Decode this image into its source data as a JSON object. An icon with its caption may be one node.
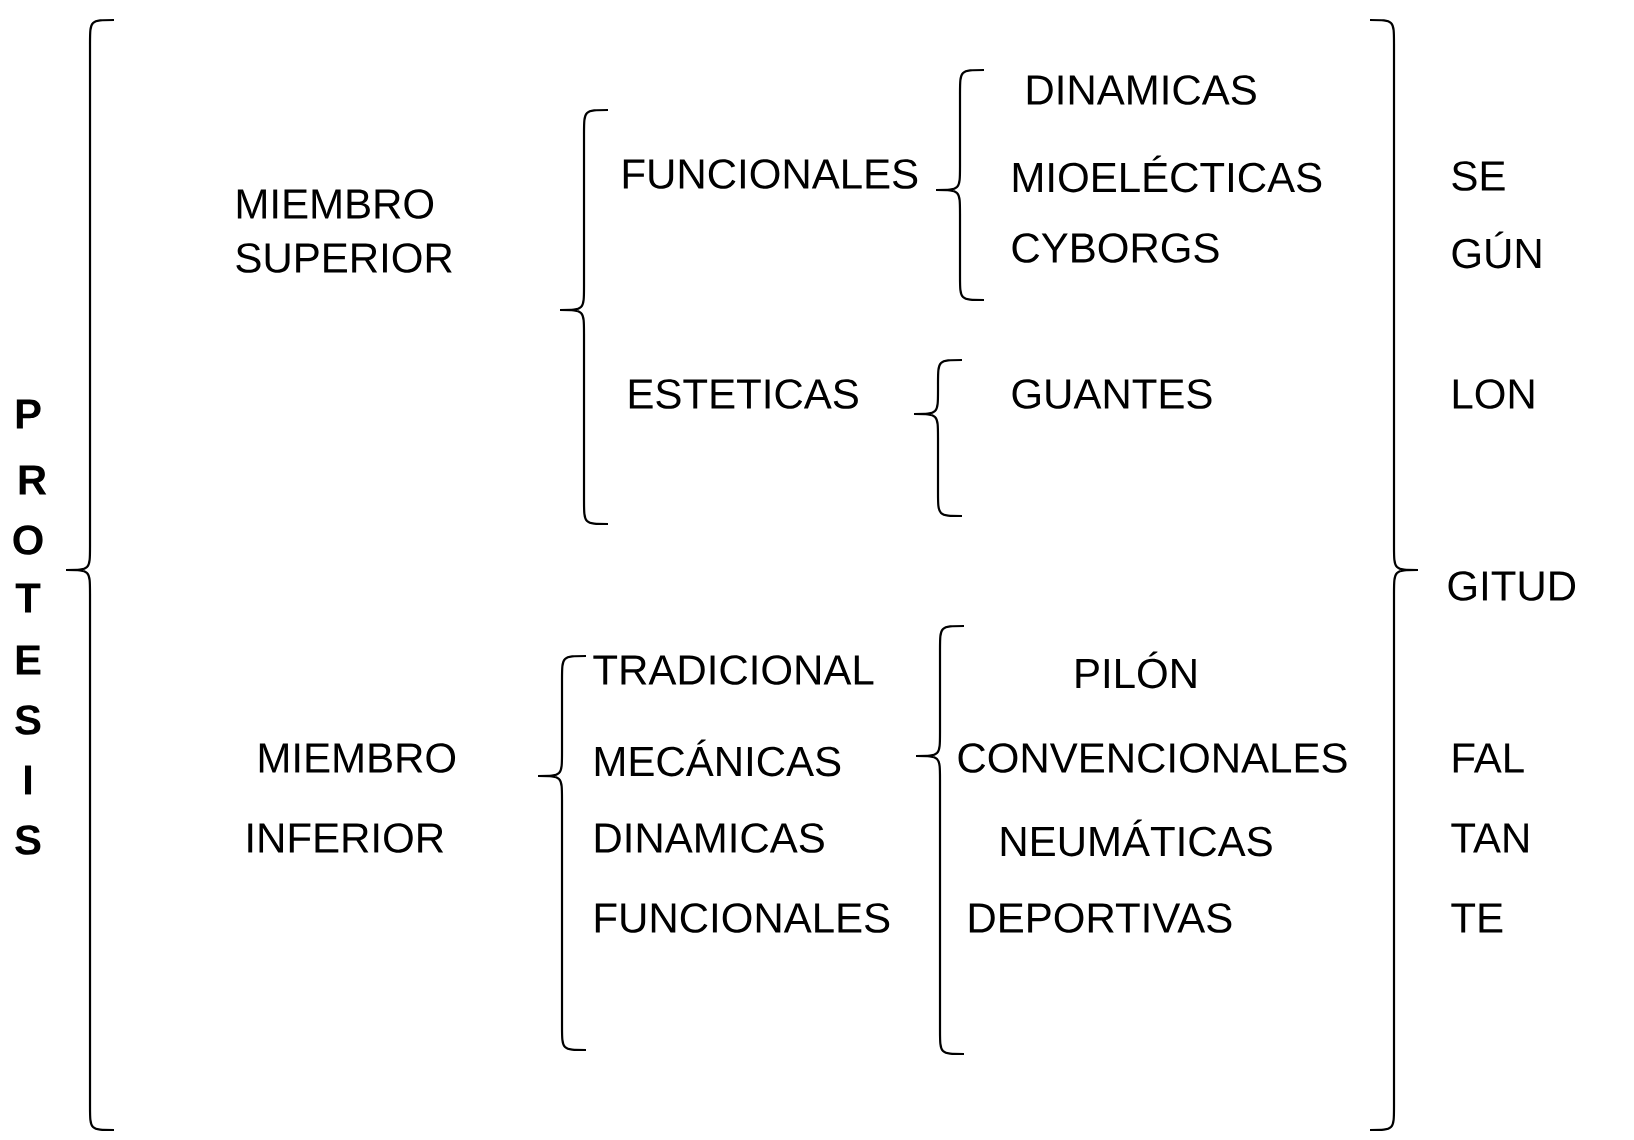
{
  "diagram": {
    "labels": [
      "P",
      "R",
      "O",
      "T",
      "E",
      "S",
      "I",
      "S",
      "DINAMICAS",
      "FUNCIONALES",
      "MIOELÉCTICAS",
      "SE",
      "MIEMBRO",
      "SUPERIOR",
      "CYBORGS",
      "GÚN",
      "ESTETICAS",
      "GUANTES",
      "LON",
      "GITUD",
      "TRADICIONAL",
      "PILÓN",
      "MIEMBRO",
      "MECÁNICAS",
      "CONVENCIONALES",
      "FAL",
      "INFERIOR",
      "DINAMICAS",
      "NEUMÁTICAS",
      "TAN",
      "FUNCIONALES",
      "DEPORTIVAS",
      "TE"
    ]
  }
}
